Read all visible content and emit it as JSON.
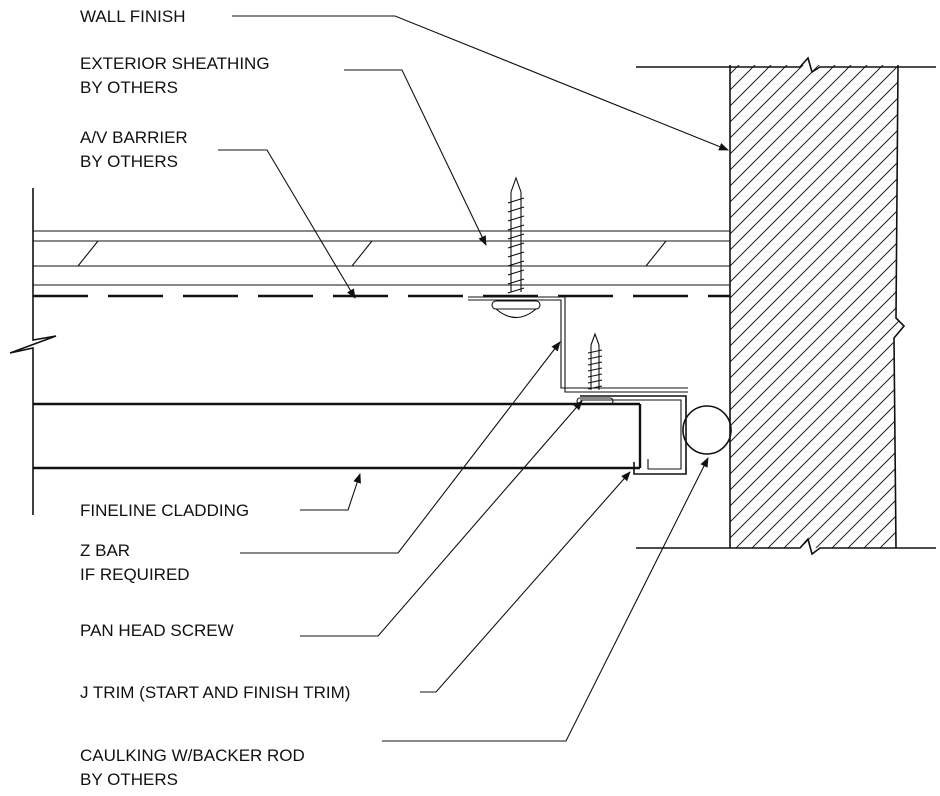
{
  "labels": {
    "wall_finish": "WALL FINISH",
    "sheathing_l1": "EXTERIOR SHEATHING",
    "sheathing_l2": "BY OTHERS",
    "barrier_l1": "A/V BARRIER",
    "barrier_l2": "BY OTHERS",
    "cladding": "FINELINE CLADDING",
    "zbar_l1": "Z BAR",
    "zbar_l2": "IF REQUIRED",
    "screw": "PAN HEAD SCREW",
    "jtrim": "J TRIM (START AND FINISH TRIM)",
    "caulk_l1": "CAULKING W/BACKER ROD",
    "caulk_l2": "BY OTHERS"
  },
  "colors": {
    "line": "#111111",
    "background": "#ffffff"
  }
}
